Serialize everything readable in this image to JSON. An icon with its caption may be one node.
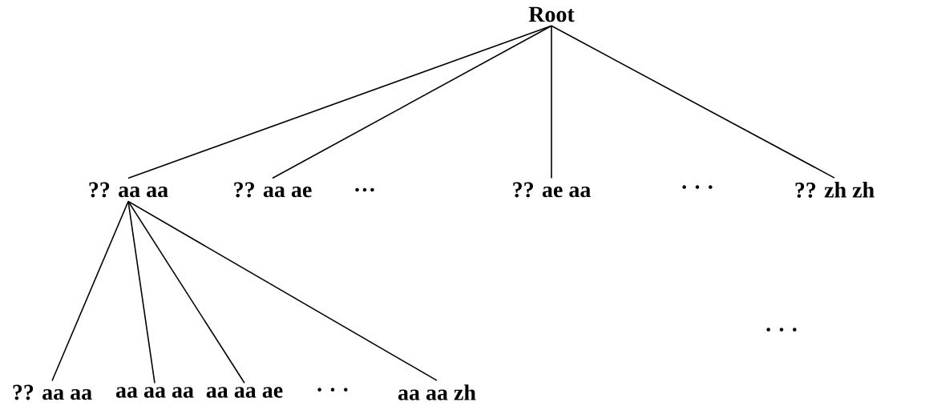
{
  "diagram": {
    "nodes": [
      {
        "text": [
          "Root"
        ]
      },
      {
        "text": [
          "?? aa aa"
        ]
      },
      {
        "text": [
          "?? aa ae"
        ]
      },
      {
        "text": [
          "?? ae aa"
        ]
      },
      {
        "text": [
          "?? zh zh"
        ]
      },
      {
        "text": [
          "?? aa aa"
        ]
      },
      {
        "text": [
          "aa aa aa"
        ]
      },
      {
        "text": [
          "aa aa ae"
        ]
      },
      {
        "text": [
          "aa aa zh"
        ]
      }
    ],
    "edges": [
      {
        "from": 0,
        "to": 1,
        "arrow": "none"
      },
      {
        "from": 0,
        "to": 2,
        "arrow": "none"
      },
      {
        "from": 0,
        "to": 3,
        "arrow": "none"
      },
      {
        "from": 0,
        "to": 4,
        "arrow": "none"
      },
      {
        "from": 1,
        "to": 5,
        "arrow": "none"
      },
      {
        "from": 1,
        "to": 6,
        "arrow": "none"
      },
      {
        "from": 1,
        "to": 7,
        "arrow": "none"
      },
      {
        "from": 1,
        "to": 8,
        "arrow": "none"
      }
    ],
    "labels": [
      "…",
      "· · ·",
      "· · ·",
      "· · ·"
    ]
  }
}
